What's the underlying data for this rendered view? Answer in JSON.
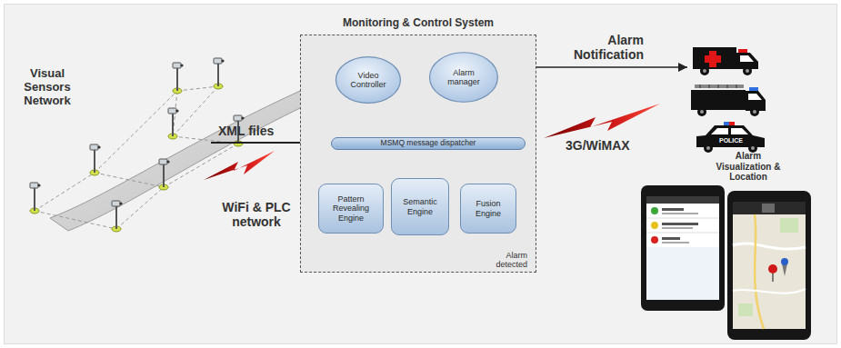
{
  "diagram": {
    "nodes": [
      {
        "text": [
          "Monitoring & Control System"
        ]
      },
      {
        "text": [
          "Video Controller"
        ],
        "in": 0
      },
      {
        "text": [
          "Alarm manager"
        ],
        "in": 0
      },
      {
        "text": [
          "MSMQ message dispatcher"
        ],
        "in": 0
      },
      {
        "text": [
          "Pattern Revealing Engine"
        ],
        "in": 0
      },
      {
        "text": [
          "Semantic Engine"
        ],
        "in": 0
      },
      {
        "text": [
          "Fusion Engine"
        ],
        "in": 0
      }
    ],
    "edges": [
      {
        "from": 1,
        "to": 2,
        "arrow": "both"
      },
      {
        "from": 1,
        "to": 3,
        "arrow": "both"
      },
      {
        "from": 2,
        "to": 3,
        "arrow": "both"
      },
      {
        "from": 3,
        "to": 4,
        "arrow": "both"
      },
      {
        "from": 3,
        "to": 5,
        "arrow": "both"
      },
      {
        "from": 3,
        "to": 6,
        "arrow": "both"
      },
      {
        "from": 5,
        "to": 2,
        "label": "Alarm detected",
        "arrow": "to"
      }
    ],
    "labels": [
      "Visual Sensors Network",
      "XML files",
      "WiFi & PLC network",
      "Alarm Notification",
      "3G/WiMAX",
      "Alarm Visualization & Location",
      "POLICE"
    ]
  }
}
